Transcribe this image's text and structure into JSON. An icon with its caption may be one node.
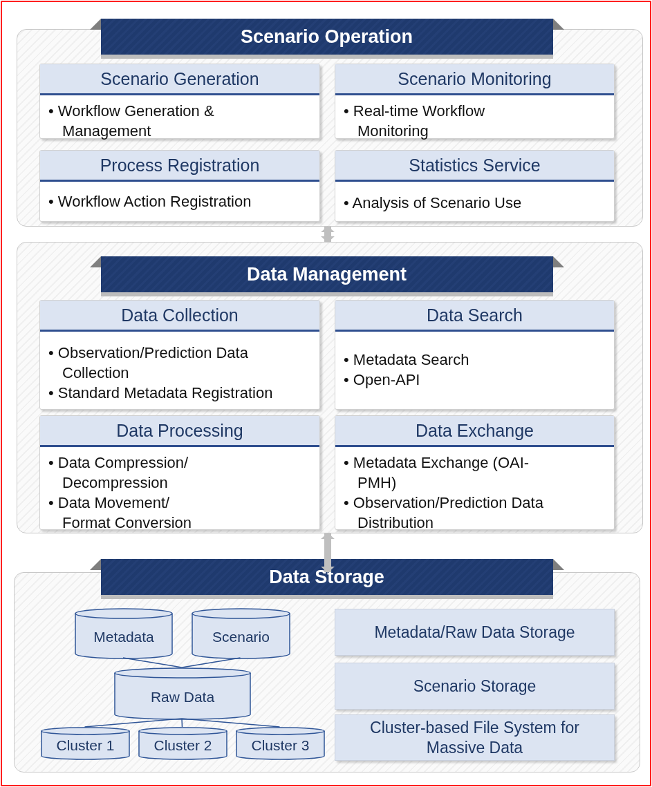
{
  "diagram": {
    "nodes": [
      {
        "text": [
          "Scenario Operation"
        ]
      },
      {
        "text": [
          "Scenario Generation",
          "• Workflow Generation & Management"
        ],
        "in": 0
      },
      {
        "text": [
          "Scenario Monitoring",
          "• Real-time Workflow Monitoring"
        ],
        "in": 0
      },
      {
        "text": [
          "Process Registration",
          "• Workflow Action Registration"
        ],
        "in": 0
      },
      {
        "text": [
          "Statistics Service",
          "• Analysis of Scenario Use"
        ],
        "in": 0
      },
      {
        "text": [
          "Data Management"
        ]
      },
      {
        "text": [
          "Data Collection",
          "• Observation/Prediction Data Collection",
          "• Standard Metadata Registration"
        ],
        "in": 5
      },
      {
        "text": [
          "Data Search",
          "• Metadata Search",
          "• Open-API"
        ],
        "in": 5
      },
      {
        "text": [
          "Data Processing",
          "• Data Compression/ Decompression",
          "• Data Movement/ Format Conversion"
        ],
        "in": 5
      },
      {
        "text": [
          "Data Exchange",
          "• Metadata Exchange (OAI-PMH)",
          "• Observation/Prediction Data Distribution"
        ],
        "in": 5
      },
      {
        "text": [
          "Data Storage"
        ]
      },
      {
        "text": [
          "Metadata"
        ],
        "in": 10
      },
      {
        "text": [
          "Scenario"
        ],
        "in": 10
      },
      {
        "text": [
          "Raw Data"
        ],
        "in": 10
      },
      {
        "text": [
          "Cluster 1"
        ],
        "in": 10
      },
      {
        "text": [
          "Cluster 2"
        ],
        "in": 10
      },
      {
        "text": [
          "Cluster 3"
        ],
        "in": 10
      },
      {
        "text": [
          "Metadata/Raw Data Storage"
        ],
        "in": 10
      },
      {
        "text": [
          "Scenario Storage"
        ],
        "in": 10
      },
      {
        "text": [
          "Cluster-based File System for Massive Data"
        ],
        "in": 10
      }
    ],
    "edges": [
      {
        "from": 0,
        "to": 5,
        "arrow": "both",
        "style": "thick",
        "color": "#bfbfbf"
      },
      {
        "from": 5,
        "to": 10,
        "arrow": "both",
        "style": "thick",
        "color": "#bfbfbf"
      },
      {
        "from": 11,
        "to": 13,
        "arrow": "none"
      },
      {
        "from": 12,
        "to": 13,
        "arrow": "none"
      },
      {
        "from": 13,
        "to": 14,
        "arrow": "none"
      },
      {
        "from": 13,
        "to": 15,
        "arrow": "none"
      },
      {
        "from": 13,
        "to": 16,
        "arrow": "none"
      }
    ]
  }
}
